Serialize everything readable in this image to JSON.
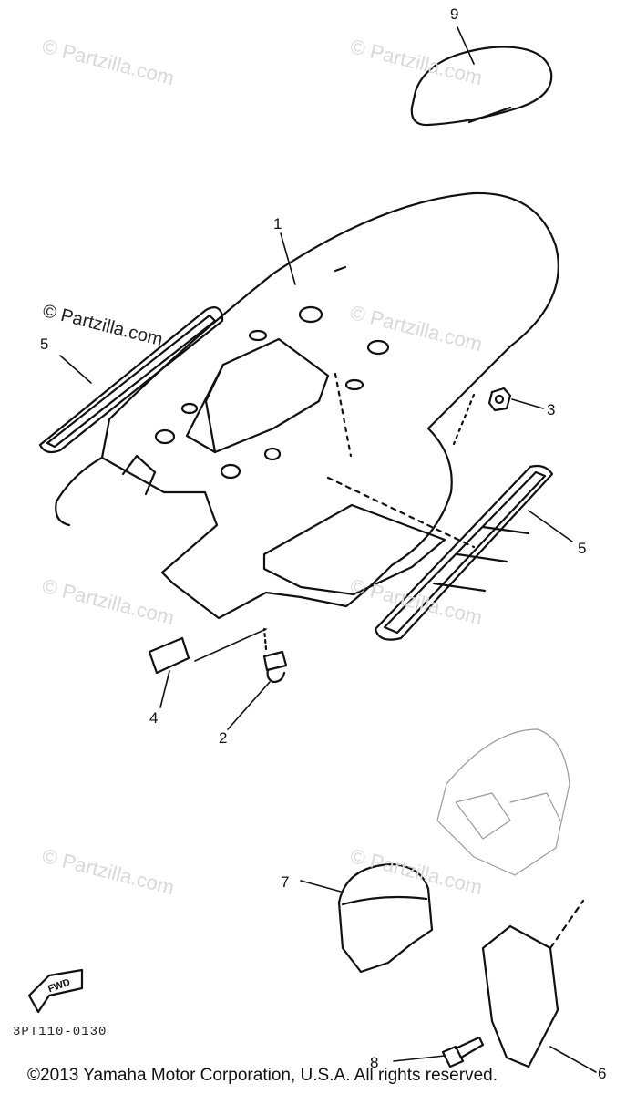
{
  "callouts": [
    {
      "id": "1",
      "label": "1"
    },
    {
      "id": "2",
      "label": "2"
    },
    {
      "id": "3",
      "label": "3"
    },
    {
      "id": "4",
      "label": "4"
    },
    {
      "id": "5a",
      "label": "5"
    },
    {
      "id": "5b",
      "label": "5"
    },
    {
      "id": "6",
      "label": "6"
    },
    {
      "id": "7",
      "label": "7"
    },
    {
      "id": "8",
      "label": "8"
    },
    {
      "id": "9",
      "label": "9"
    }
  ],
  "watermark": "© Partzilla.com",
  "direction_badge": "FWD",
  "diagram_code": "3PT110-0130",
  "copyright": "©2013  Yamaha Motor Corporation, U.S.A. All rights reserved."
}
